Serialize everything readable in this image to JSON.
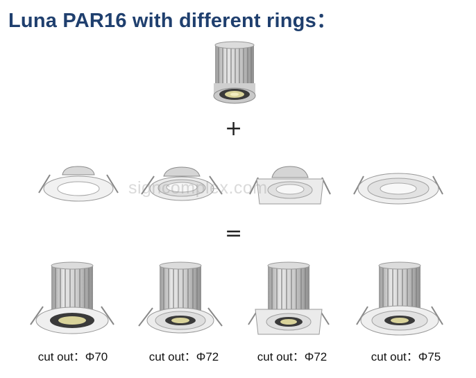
{
  "title": "Luna PAR16 with different rings：",
  "plus_symbol": "+",
  "equals_symbol": "=",
  "watermark": "signcomplex.com",
  "rings": [
    {
      "name": "round-spring-ring"
    },
    {
      "name": "round-bezel-ring"
    },
    {
      "name": "square-bezel-ring"
    },
    {
      "name": "round-tilt-ring"
    }
  ],
  "assemblies": [
    {
      "label": "cut out：Φ70"
    },
    {
      "label": "cut out：Φ72"
    },
    {
      "label": "cut out：Φ72"
    },
    {
      "label": "cut out：Φ75"
    }
  ]
}
